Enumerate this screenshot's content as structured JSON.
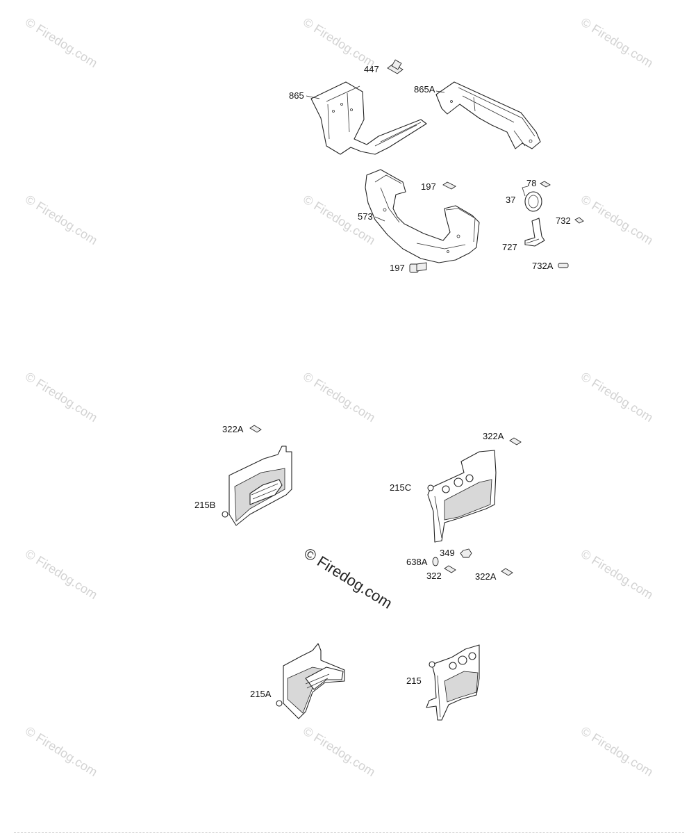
{
  "watermark": {
    "text": "© Firedog.com",
    "center_text": "© Firedog.com"
  },
  "parts": {
    "p447": "447",
    "p865": "865",
    "p865A": "865A",
    "p197a": "197",
    "p197b": "197",
    "p573": "573",
    "p78": "78",
    "p37": "37",
    "p732": "732",
    "p727": "727",
    "p732A": "732A",
    "p322A_a": "322A",
    "p322A_b": "322A",
    "p215B": "215B",
    "p215C": "215C",
    "p349": "349",
    "p638A": "638A",
    "p322": "322",
    "p322A_c": "322A",
    "p215A": "215A",
    "p215": "215"
  }
}
